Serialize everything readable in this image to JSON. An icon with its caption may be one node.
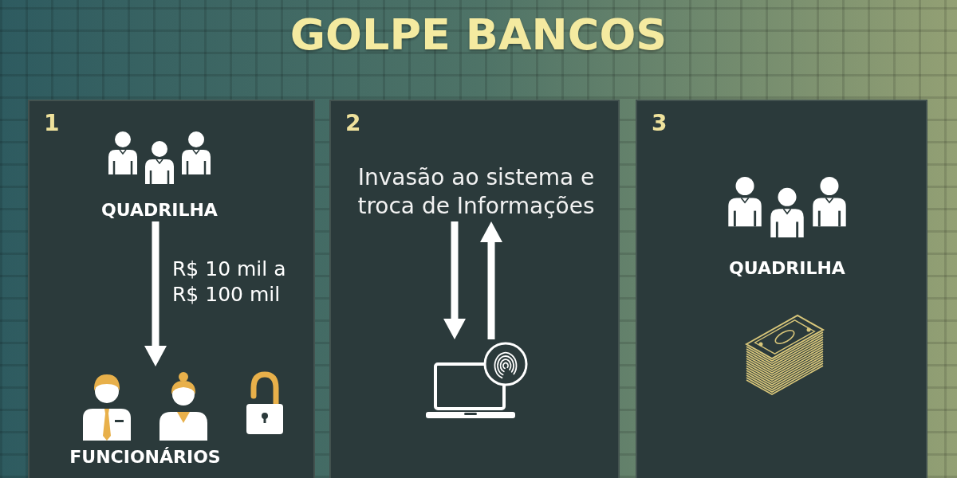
{
  "diagram": {
    "title": "GOLPE BANCOS",
    "nodes": [
      {
        "text": [
          "1"
        ]
      },
      {
        "text": [
          "QUADRILHA"
        ],
        "in": 0
      },
      {
        "text": [
          "FUNCIONÁRIOS"
        ],
        "in": 0
      },
      {
        "text": [
          "2"
        ]
      },
      {
        "text": [
          "Invasão ao sistema e troca de Informações"
        ],
        "in": 3
      },
      {
        "text": [],
        "shape": "picture",
        "in": 3
      },
      {
        "text": [
          "3"
        ]
      },
      {
        "text": [
          "QUADRILHA"
        ],
        "in": 6
      }
    ],
    "edges": [
      {
        "from": 1,
        "to": 2,
        "arrow": "to",
        "label": "R$ 10 mil a R$ 100 mil"
      },
      {
        "from": 4,
        "to": 5,
        "arrow": "to"
      },
      {
        "from": 5,
        "to": 4,
        "arrow": "to"
      }
    ]
  }
}
